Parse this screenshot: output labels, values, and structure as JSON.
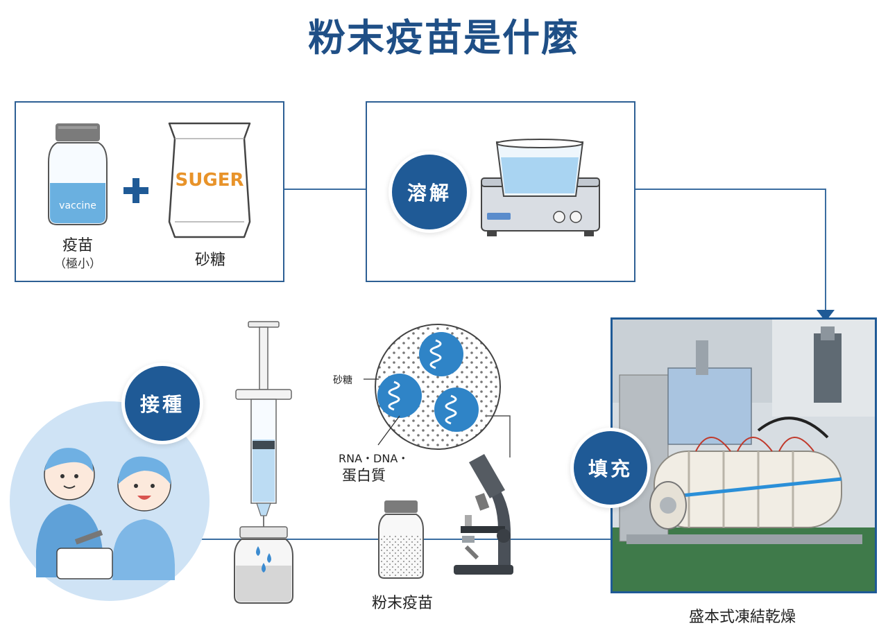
{
  "title": "粉末疫苗是什麼",
  "step1": {
    "vaccine_label": "疫苗",
    "vaccine_note": "（極小）",
    "vaccine_bottle_text": "vaccine",
    "sugar_label": "砂糖",
    "sugar_bag_text": "SUGER"
  },
  "step2": {
    "badge": "溶解"
  },
  "step3": {
    "badge": "填充",
    "caption": "盛本式凍結乾燥"
  },
  "step4": {
    "powder_caption": "粉末疫苗",
    "sugar_annotation": "砂糖",
    "molecule_annotation_line1": "RNA・DNA・",
    "molecule_annotation_line2": "蛋白質"
  },
  "step5": {
    "badge": "接種"
  },
  "colors": {
    "brand_blue": "#1f4f86",
    "badge_blue": "#1f5a96",
    "light_blue": "#cfe3f5",
    "connector": "#3a6da0",
    "sugar_orange": "#e8932a"
  }
}
